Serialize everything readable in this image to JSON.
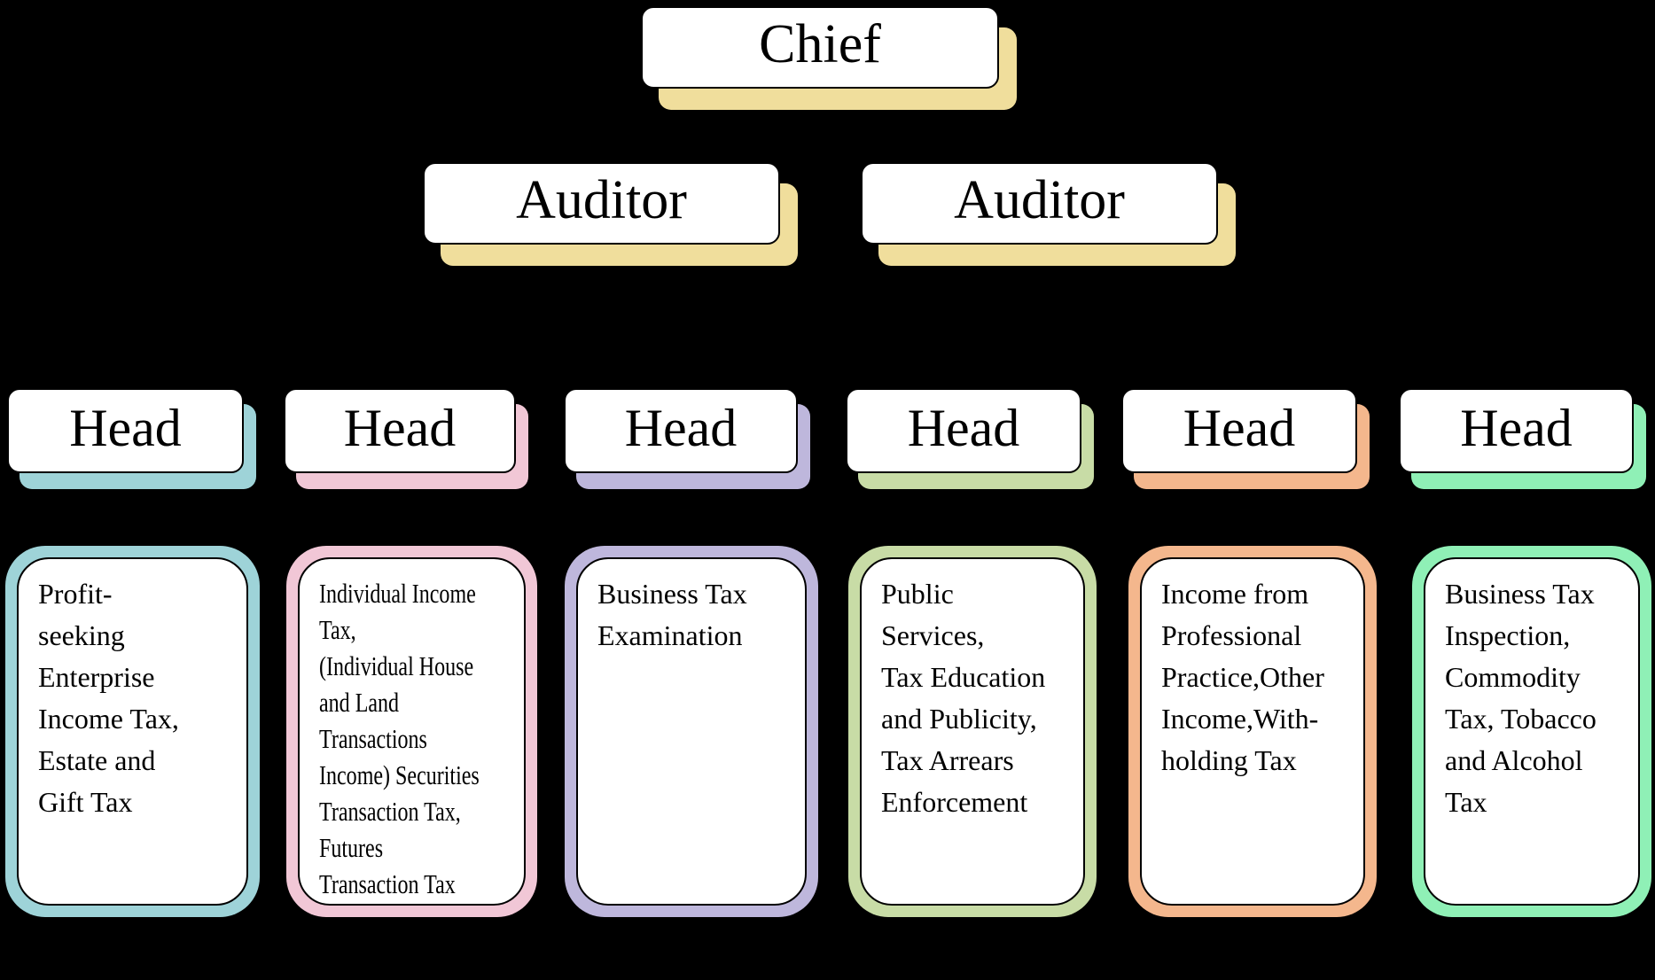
{
  "org_chart": {
    "background": "#000000",
    "top_accent": "#F0DE9C",
    "chief": {
      "label": "Chief"
    },
    "auditors": [
      {
        "label": "Auditor"
      },
      {
        "label": "Auditor"
      }
    ],
    "departments": [
      {
        "head_label": "Head",
        "accent": "#9ED3D8",
        "description": "Profit-\nseeking\nEnterprise\nIncome Tax,\nEstate and\nGift Tax"
      },
      {
        "head_label": "Head",
        "accent": "#F1C7D6",
        "description": "Individual Income\nTax,\n(Individual House\nand Land\nTransactions\nIncome) Securities\nTransaction Tax,\nFutures\nTransaction Tax"
      },
      {
        "head_label": "Head",
        "accent": "#BEB7DC",
        "description": "Business Tax\nExamination"
      },
      {
        "head_label": "Head",
        "accent": "#C8DCA6",
        "description": "Public\nServices,\nTax Education\nand Publicity,\nTax Arrears\nEnforcement"
      },
      {
        "head_label": "Head",
        "accent": "#F4B78D",
        "description": "Income from\nProfessional\nPractice,Other\nIncome,With-\nholding Tax"
      },
      {
        "head_label": "Head",
        "accent": "#8FF0B6",
        "description": "Business Tax\nInspection,\nCommodity\nTax, Tobacco\nand Alcohol\nTax"
      }
    ]
  }
}
